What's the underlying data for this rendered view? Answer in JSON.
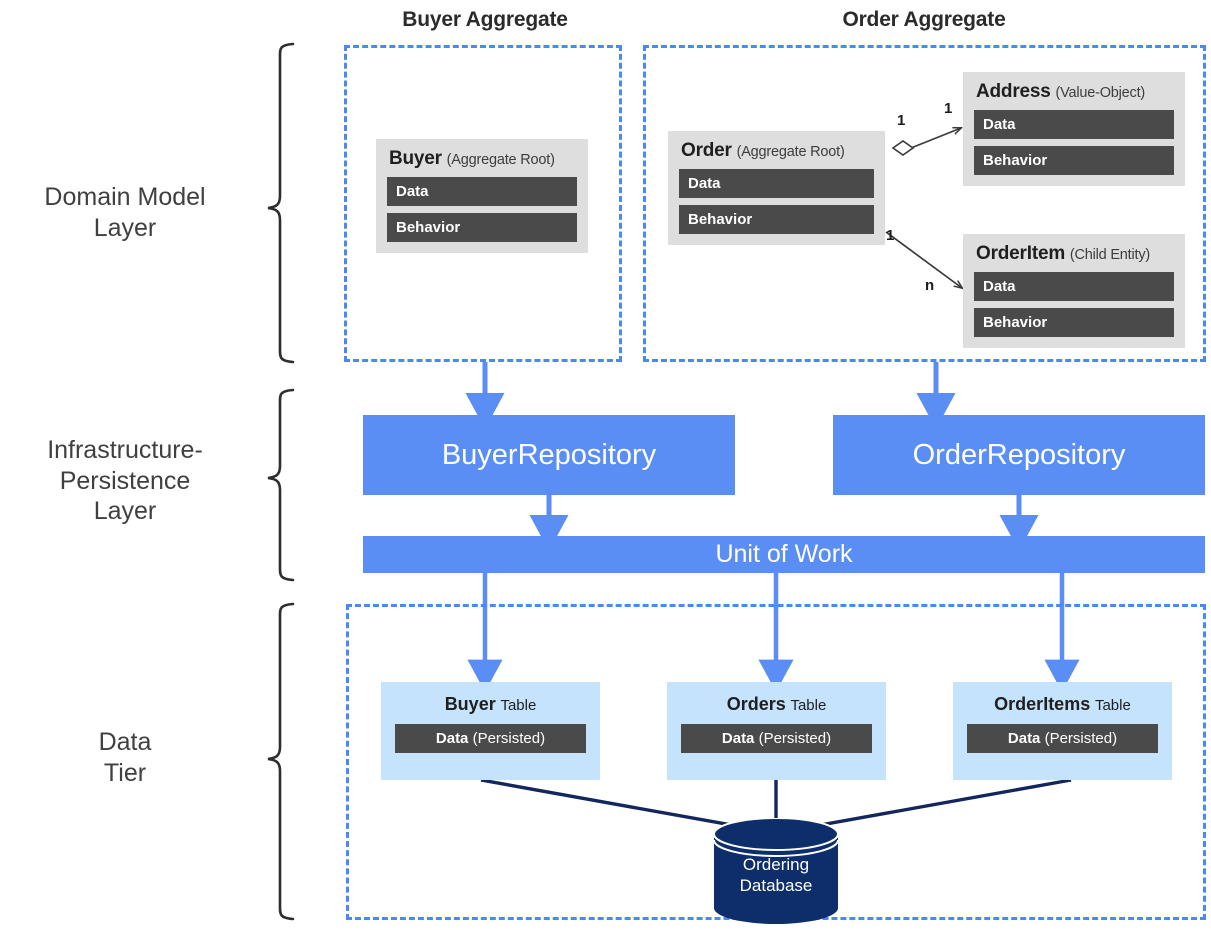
{
  "layers": [
    {
      "id": "domain",
      "label": "Domain Model\nLayer"
    },
    {
      "id": "infrastructure",
      "label": "Infrastructure-\nPersistence\nLayer"
    },
    {
      "id": "data",
      "label": "Data\nTier"
    }
  ],
  "aggregates": [
    {
      "id": "buyer",
      "title": "Buyer Aggregate"
    },
    {
      "id": "order",
      "title": "Order Aggregate"
    }
  ],
  "entities": [
    {
      "id": "buyer",
      "name": "Buyer",
      "stereotype": "(Aggregate Root)",
      "rows": [
        "Data",
        "Behavior"
      ]
    },
    {
      "id": "order",
      "name": "Order",
      "stereotype": "(Aggregate Root)",
      "rows": [
        "Data",
        "Behavior"
      ]
    },
    {
      "id": "address",
      "name": "Address",
      "stereotype": "(Value-Object)",
      "rows": [
        "Data",
        "Behavior"
      ]
    },
    {
      "id": "orderitem",
      "name": "OrderItem",
      "stereotype": "(Child Entity)",
      "rows": [
        "Data",
        "Behavior"
      ]
    }
  ],
  "relations": [
    {
      "id": "order-address",
      "from": "Order",
      "to": "Address",
      "source_multiplicity": "1",
      "target_multiplicity": "1",
      "kind": "aggregation"
    },
    {
      "id": "order-orderitem",
      "from": "Order",
      "to": "OrderItem",
      "source_multiplicity": "1",
      "target_multiplicity": "n",
      "kind": "association"
    }
  ],
  "repositories": [
    {
      "id": "buyer-repository",
      "label": "BuyerRepository"
    },
    {
      "id": "order-repository",
      "label": "OrderRepository"
    }
  ],
  "unit_of_work": {
    "label": "Unit of Work"
  },
  "tables": [
    {
      "id": "buyer-table",
      "name": "Buyer",
      "suffix": "Table",
      "data_label": "Data",
      "data_note": "(Persisted)"
    },
    {
      "id": "orders-table",
      "name": "Orders",
      "suffix": "Table",
      "data_label": "Data",
      "data_note": "(Persisted)"
    },
    {
      "id": "orderitems-table",
      "name": "OrderItems",
      "suffix": "Table",
      "data_label": "Data",
      "data_note": "(Persisted)"
    }
  ],
  "database": {
    "id": "ordering-database",
    "label": "Ordering\nDatabase"
  },
  "colors": {
    "accent_blue": "#5b8ef4",
    "dashed_border": "#4a89f3",
    "entity_gray": "#dedede",
    "bar_dark": "#4a4a4a",
    "table_light_blue": "#c5e3fc",
    "database_navy": "#0d2d6b",
    "connector_navy": "#13275e",
    "text_dark": "#404040"
  }
}
